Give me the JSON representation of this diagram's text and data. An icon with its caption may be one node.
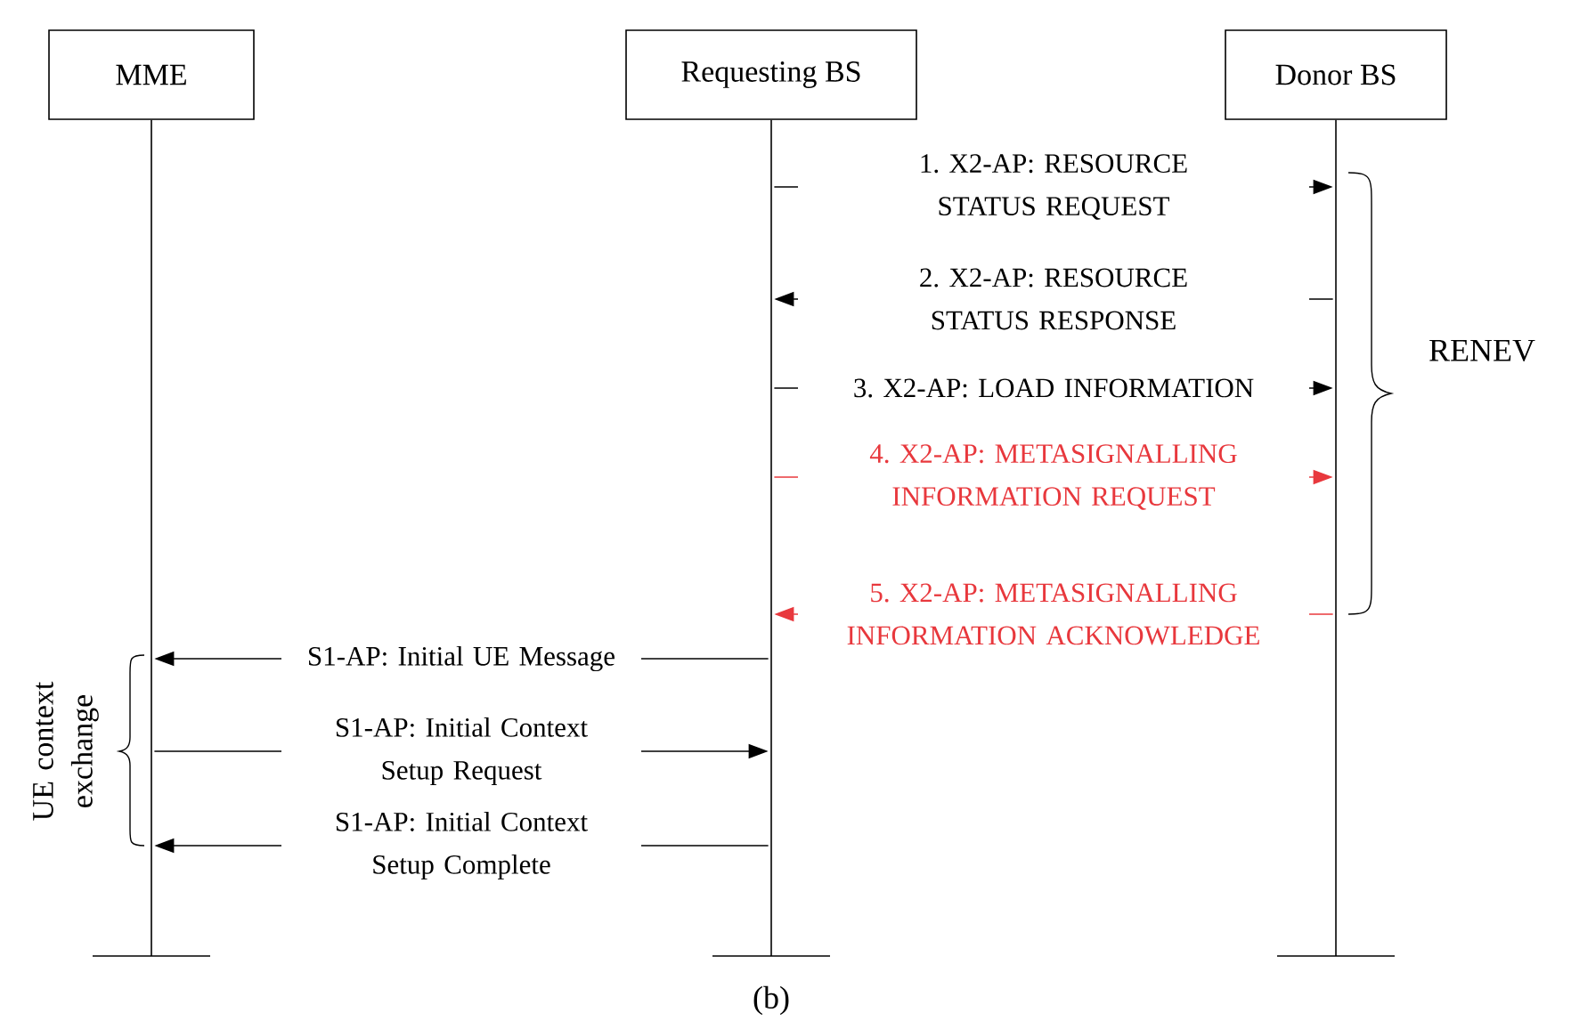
{
  "diagram": {
    "caption": "(b)",
    "nodes": [
      {
        "text": [
          "MME"
        ]
      },
      {
        "text": [
          "Requesting BS"
        ]
      },
      {
        "text": [
          "Donor BS"
        ]
      },
      {
        "text": [],
        "shape": "bar"
      },
      {
        "text": [],
        "shape": "bar"
      },
      {
        "text": [],
        "shape": "bar"
      }
    ],
    "edges": [
      {
        "from": 4,
        "to": 5,
        "arrow": "to",
        "label": "1. X2-AP: RESOURCE STATUS REQUEST"
      },
      {
        "from": 5,
        "to": 4,
        "arrow": "to",
        "label": "2. X2-AP: RESOURCE STATUS RESPONSE"
      },
      {
        "from": 4,
        "to": 5,
        "arrow": "to",
        "label": "3. X2-AP: LOAD INFORMATION"
      },
      {
        "from": 4,
        "to": 5,
        "arrow": "to",
        "label": "4. X2-AP: METASIGNALLING INFORMATION REQUEST",
        "color": "#e8383d"
      },
      {
        "from": 5,
        "to": 4,
        "arrow": "to",
        "label": "5. X2-AP: METASIGNALLING INFORMATION ACKNOWLEDGE",
        "color": "#e8383d"
      },
      {
        "from": 4,
        "to": 3,
        "arrow": "to",
        "label": "S1-AP: Initial UE Message"
      },
      {
        "from": 3,
        "to": 4,
        "arrow": "to",
        "label": "S1-AP: Initial Context Setup Request"
      },
      {
        "from": 4,
        "to": 3,
        "arrow": "to",
        "label": "S1-AP: Initial Context Setup Complete"
      }
    ],
    "labels": [
      "RENEV",
      "UE context exchange"
    ]
  }
}
